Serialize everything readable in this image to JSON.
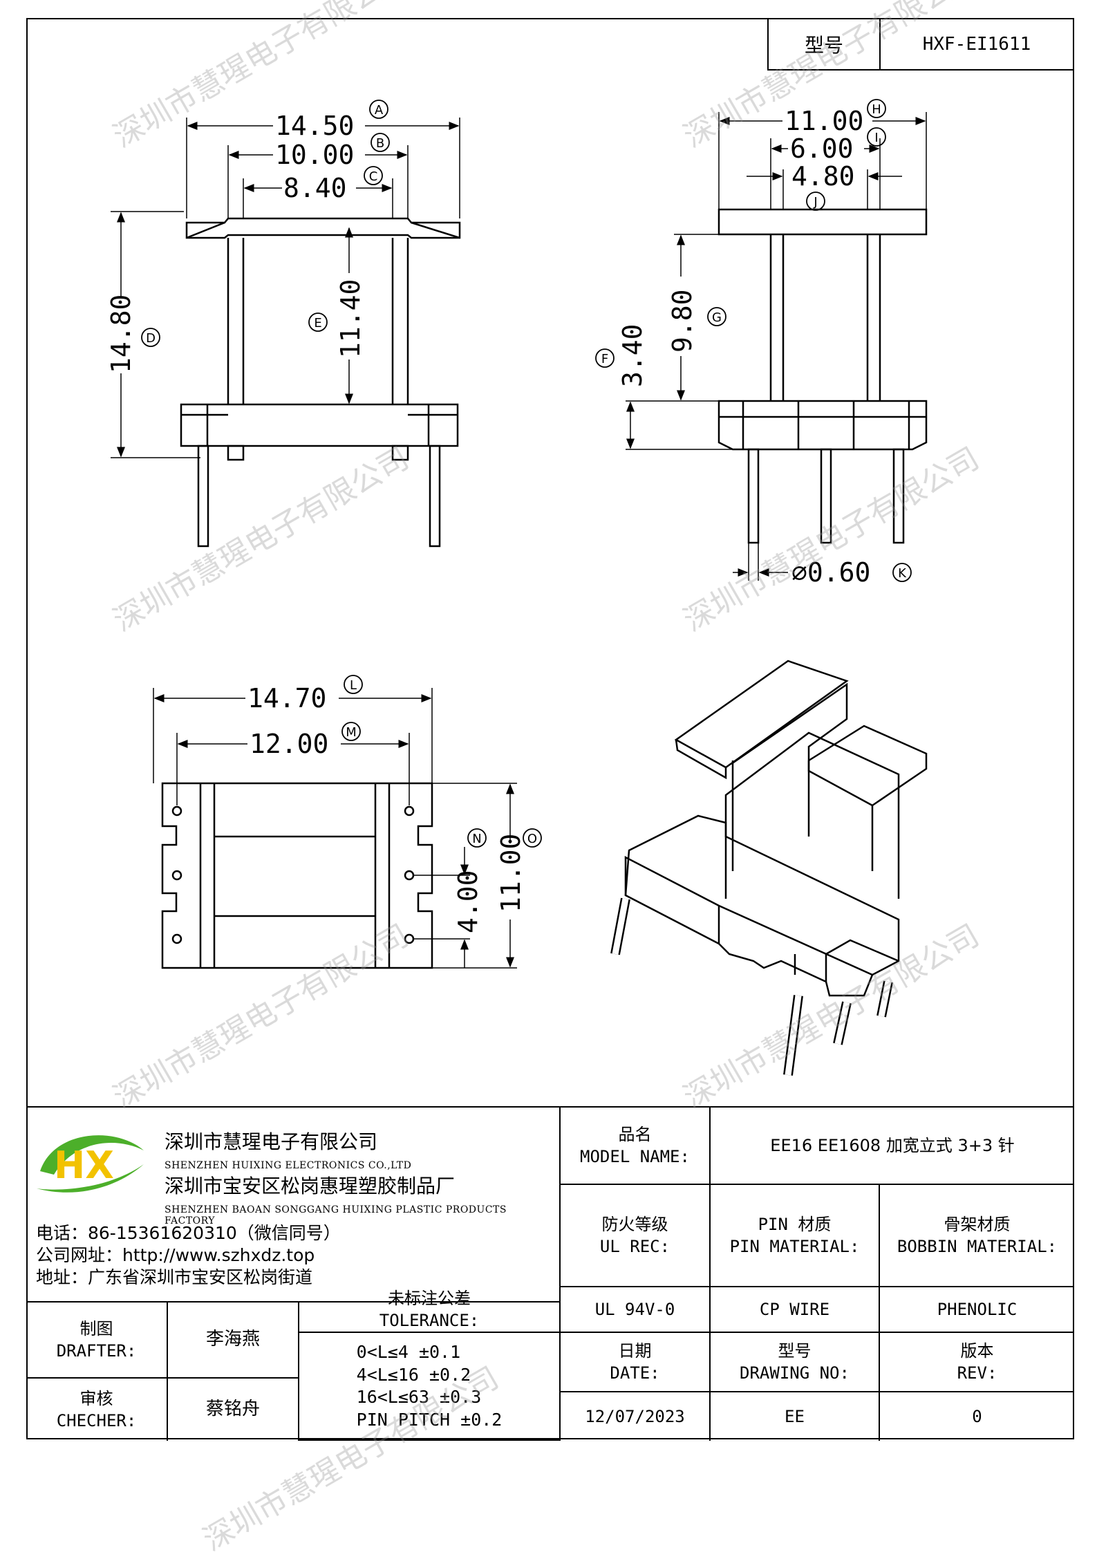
{
  "header": {
    "model_label": "型号",
    "model_value": "HXF-EI1611"
  },
  "dimensions": {
    "front": {
      "a": "14.50",
      "a_tag": "A",
      "b": "10.00",
      "b_tag": "B",
      "c": "8.40",
      "c_tag": "C",
      "d": "14.80",
      "d_tag": "D",
      "e": "11.40",
      "e_tag": "E"
    },
    "side": {
      "h": "11.00",
      "h_tag": "H",
      "i": "6.00",
      "i_tag": "I",
      "j": "4.80",
      "j_tag": "J",
      "g": "9.80",
      "g_tag": "G",
      "f": "3.40",
      "f_tag": "F",
      "k": "⌀0.60",
      "k_tag": "K"
    },
    "bottom": {
      "l": "14.70",
      "l_tag": "L",
      "m": "12.00",
      "m_tag": "M",
      "n": "4.00",
      "n_tag": "N",
      "o": "11.00",
      "o_tag": "O"
    }
  },
  "watermark": "深圳市慧瑆电子有限公司",
  "title_block": {
    "logo_text": "HX",
    "company_cn": "深圳市慧瑆电子有限公司",
    "company_en": "SHENZHEN HUIXING ELECTRONICS CO.,LTD",
    "factory_cn": "深圳市宝安区松岗惠瑆塑胶制品厂",
    "factory_en": "SHENZHEN BAOAN SONGGANG HUIXING PLASTIC PRODUCTS FACTORY",
    "phone": "电话：86-15361620310（微信同号）",
    "website": "公司网址：http://www.szhxdz.top",
    "address": "地址：广东省深圳市宝安区松岗街道",
    "product_label_cn": "品名",
    "product_label_en": "MODEL NAME:",
    "product_value": "EE16 EE1608 加宽立式 3+3 针",
    "fire_label_cn": "防火等级",
    "fire_label_en": "UL REC:",
    "pin_label_cn": "PIN 材质",
    "pin_label_en": "PIN MATERIAL:",
    "bobbin_label_cn": "骨架材质",
    "bobbin_label_en": "BOBBIN MATERIAL:",
    "fire_value": "UL 94V-0",
    "pin_value": "CP WIRE",
    "bobbin_value": "PHENOLIC",
    "drafter_label_cn": "制图",
    "drafter_label_en": "DRAFTER:",
    "drafter_name": "李海燕",
    "checker_label_cn": "审核",
    "checker_label_en": "CHECHER:",
    "checker_name": "蔡铭舟",
    "tol_label_cn": "未标注公差",
    "tol_label_en": "TOLERANCE:",
    "tol_lines": [
      "0<L≤4  ±0.1",
      "4<L≤16 ±0.2",
      "16<L≤63 ±0.3",
      "PIN PITCH ±0.2"
    ],
    "date_label_cn": "日期",
    "date_label_en": "DATE:",
    "date_value": "12/07/2023",
    "drawing_label_cn": "型号",
    "drawing_label_en": "DRAWING NO:",
    "drawing_value": "EE",
    "rev_label_cn": "版本",
    "rev_label_en": "REV:",
    "rev_value": "0"
  },
  "colors": {
    "logo_green": "#4caf2a",
    "logo_yellow": "#f2c200",
    "line": "#000000"
  }
}
